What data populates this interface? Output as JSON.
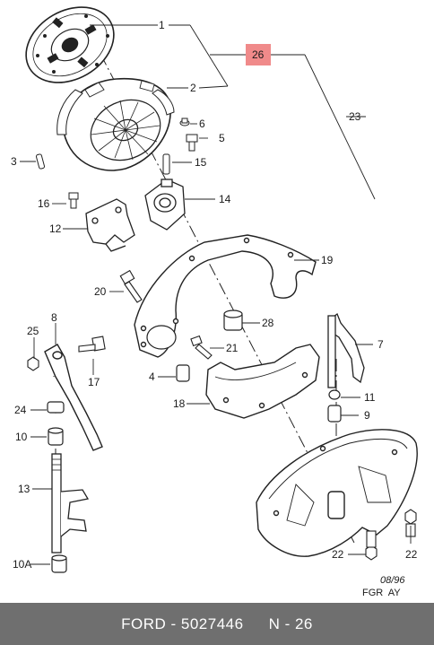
{
  "callouts": [
    {
      "id": "c1",
      "text": "1"
    },
    {
      "id": "c2",
      "text": "2"
    },
    {
      "id": "c3",
      "text": "3"
    },
    {
      "id": "c4",
      "text": "4"
    },
    {
      "id": "c5",
      "text": "5"
    },
    {
      "id": "c6",
      "text": "6"
    },
    {
      "id": "c7",
      "text": "7"
    },
    {
      "id": "c8",
      "text": "8"
    },
    {
      "id": "c9",
      "text": "9"
    },
    {
      "id": "c10",
      "text": "10"
    },
    {
      "id": "c10a",
      "text": "10A"
    },
    {
      "id": "c11",
      "text": "11"
    },
    {
      "id": "c12",
      "text": "12"
    },
    {
      "id": "c13",
      "text": "13"
    },
    {
      "id": "c14",
      "text": "14"
    },
    {
      "id": "c15",
      "text": "15"
    },
    {
      "id": "c16",
      "text": "16"
    },
    {
      "id": "c17",
      "text": "17"
    },
    {
      "id": "c18",
      "text": "18"
    },
    {
      "id": "c19",
      "text": "19"
    },
    {
      "id": "c20",
      "text": "20"
    },
    {
      "id": "c21",
      "text": "21"
    },
    {
      "id": "c22a",
      "text": "22"
    },
    {
      "id": "c22b",
      "text": "22"
    },
    {
      "id": "c23",
      "text": "23"
    },
    {
      "id": "c24",
      "text": "24"
    },
    {
      "id": "c25",
      "text": "25"
    },
    {
      "id": "c28",
      "text": "28"
    }
  ],
  "highlight_callout": {
    "text": "26",
    "color": "#f08a8a"
  },
  "date_code": "08/96",
  "drawing_code": "FGR  AY",
  "footer": {
    "part": "FORD - 5027446",
    "page": "N - 26",
    "background": "#6f6f6f"
  }
}
